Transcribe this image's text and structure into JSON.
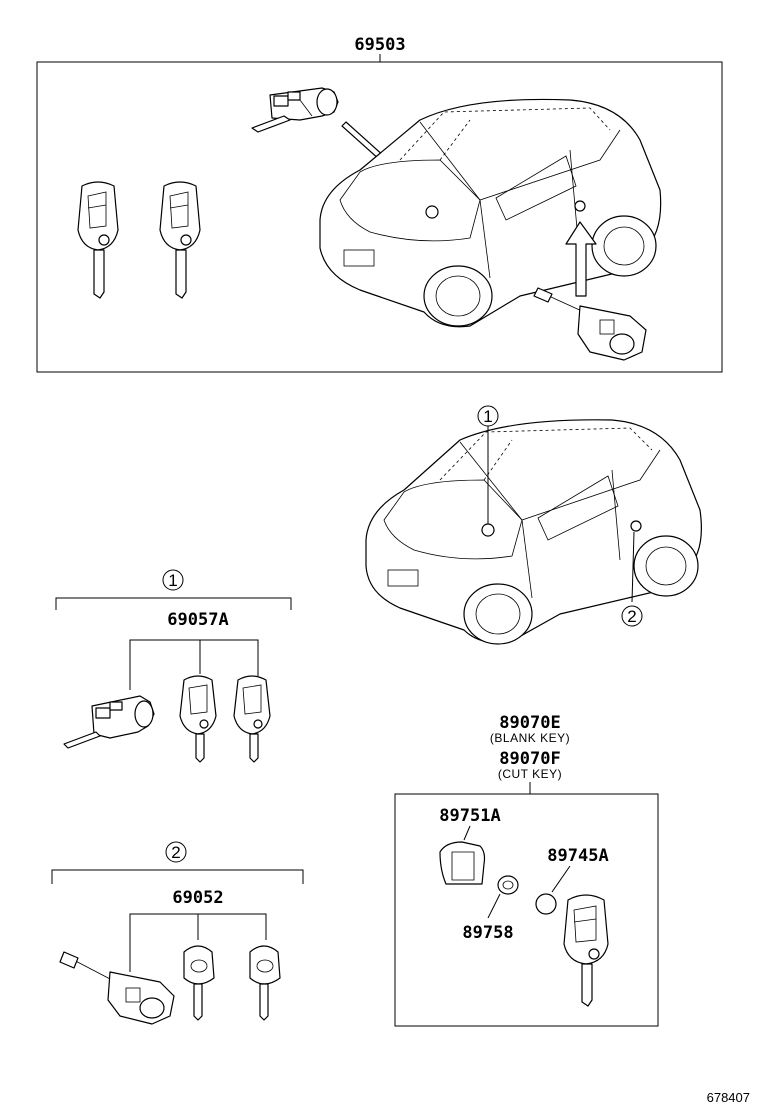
{
  "top_group": {
    "part_number": "69503"
  },
  "cylinder_set": {
    "index": "1",
    "part_number": "69057A"
  },
  "door_lock_set": {
    "index": "2",
    "part_number": "69052"
  },
  "key_group": {
    "blank_key_number": "89070E",
    "blank_key_note": "(BLANK KEY)",
    "cut_key_number": "89070F",
    "cut_key_note": "(CUT KEY)",
    "case_number": "89751A",
    "battery_number": "89745A",
    "spring_number": "89758"
  },
  "car_callouts": {
    "callout_1": "1",
    "callout_2": "2"
  },
  "figure_id": "678407"
}
